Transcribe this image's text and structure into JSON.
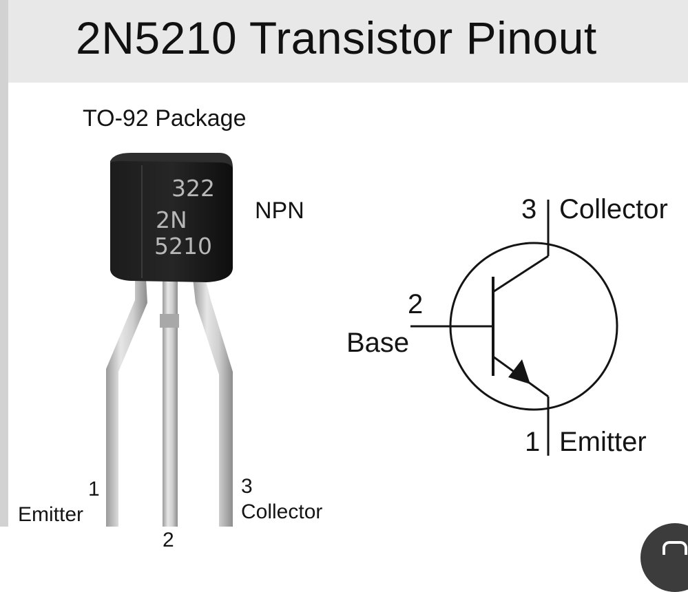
{
  "header": {
    "title": "2N5210 Transistor Pinout"
  },
  "package": {
    "label": "TO-92 Package",
    "type_label": "NPN",
    "marking_lines": [
      "322",
      "2N",
      "5210"
    ],
    "pins": {
      "left": {
        "number": "1",
        "name": "Emitter"
      },
      "middle": {
        "number": "2"
      },
      "right": {
        "number": "3",
        "name": "Collector"
      }
    }
  },
  "symbol": {
    "collector": {
      "number": "3",
      "name": "Collector"
    },
    "base": {
      "number": "2",
      "name": "Base"
    },
    "emitter": {
      "number": "1",
      "name": "Emitter"
    }
  },
  "colors": {
    "header_bg": "#e8e8e8",
    "body_black": "#151515",
    "lead_silver": "#c9c9c9",
    "text": "#141414"
  },
  "icons": {
    "corner": "circle-overlay-icon"
  }
}
